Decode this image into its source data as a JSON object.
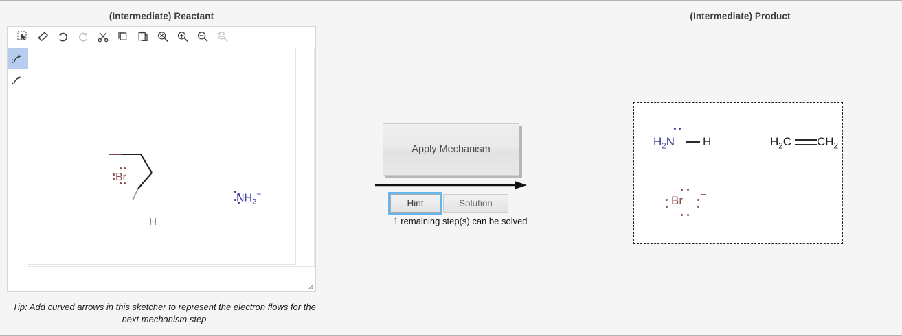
{
  "titles": {
    "reactant": "(Intermediate) Reactant",
    "product": "(Intermediate) Product"
  },
  "sketcher": {
    "toolbar": [
      {
        "name": "select-icon",
        "label": "Select"
      },
      {
        "name": "eraser-icon",
        "label": "Erase"
      },
      {
        "name": "undo-icon",
        "label": "Undo"
      },
      {
        "name": "redo-icon",
        "label": "Redo"
      },
      {
        "name": "cut-icon",
        "label": "Cut"
      },
      {
        "name": "copy-icon",
        "label": "Copy"
      },
      {
        "name": "paste-icon",
        "label": "Paste"
      },
      {
        "name": "zoom-reset-icon",
        "label": "Reset Zoom"
      },
      {
        "name": "zoom-in-icon",
        "label": "Zoom In"
      },
      {
        "name": "zoom-out-icon",
        "label": "Zoom Out"
      },
      {
        "name": "zoom-select-icon",
        "label": "Zoom to Selection"
      }
    ],
    "side_tools": [
      {
        "name": "double-barb-arrow-tool",
        "label": "Two-electron curved arrow",
        "selected": true
      },
      {
        "name": "single-barb-arrow-tool",
        "label": "One-electron curved arrow",
        "selected": false
      }
    ],
    "resize_grip": "resize-handle"
  },
  "reactant_molecule": {
    "atoms": [
      {
        "label": "Br",
        "color": "#8a4a4a",
        "lone_pairs": 3
      },
      {
        "label": "H",
        "color": "#4b4b4b"
      }
    ],
    "anion": {
      "text_prefix": "NH",
      "subscript": "2",
      "charge": "−",
      "color": "#3b3b9c",
      "lone_pairs": 2
    }
  },
  "tip": "Tip: Add curved arrows in this sketcher to represent the electron flows for the next mechanism step",
  "center": {
    "apply_label": "Apply Mechanism",
    "hint_label": "Hint",
    "solution_label": "Solution",
    "remaining_text": "1 remaining step(s) can be solved",
    "arrow": "reaction-arrow"
  },
  "product_molecules": {
    "amine": {
      "h2": "H",
      "h2_sub": "2",
      "n": "N",
      "h_end": "H",
      "color": "#3b3b9c",
      "lone_pairs": 1
    },
    "ethene": {
      "left_h": "H",
      "left_sub": "2",
      "left_c": "C",
      "right_c": "CH",
      "right_sub": "2",
      "color": "#1b1b1b",
      "bond": "double"
    },
    "bromide": {
      "label": "Br",
      "charge": "−",
      "color": "#8a4a4a",
      "lone_pairs": 4
    }
  },
  "colors": {
    "page_background": "#f5f5f5",
    "panel_white": "#ffffff",
    "bromine": "#8a4a4a",
    "nitrogen": "#3b3b9c",
    "carbon": "#1b1b1b",
    "focus_ring": "#64b5f0",
    "tool_selected": "#b6cdef"
  }
}
